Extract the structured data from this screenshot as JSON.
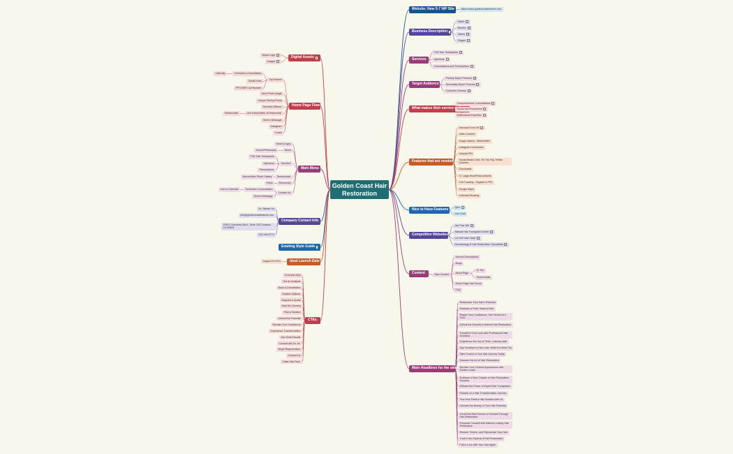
{
  "root": {
    "title": "Golden Coast Hair Restoration"
  },
  "colors": {
    "navy": "#14558f",
    "purple": "#54479a",
    "magenta": "#983d78",
    "red": "#c23e4d",
    "orange": "#c65b2a",
    "blue": "#1f68b0",
    "sub_blue": "#cfe6f3",
    "sub_purple": "#e2dcee",
    "sub_magenta": "#efdbe7",
    "sub_red": "#f6dada",
    "sub_orange": "#f8dfcf"
  },
  "icons": {
    "link": "external-link-icon",
    "note": "note-icon"
  },
  "right": [
    {
      "label": "Website: New 5-7 WP Site",
      "color": "navy",
      "children": [
        "https://www.goldencoasthairnet.com"
      ]
    },
    {
      "label": "Business Description",
      "color": "purple",
      "children": [
        "Vision",
        "Mission",
        "Values",
        "Slogan"
      ]
    },
    {
      "label": "Services",
      "color": "magenta",
      "children": [
        "FUE Hair Transplants",
        "Injections",
        "Consultations and Prescriptions"
      ]
    },
    {
      "label": "Target Audience",
      "color": "magenta",
      "children": [
        "Primary Buyer Persona",
        "Secondary Buyer Persona",
        "Customer Journey"
      ]
    },
    {
      "label": "What makes their service unique",
      "color": "red",
      "children": [
        "Comprehensive Consultations",
        "Doctor-led Procedures",
        "Multicultural Expertise"
      ]
    },
    {
      "label": "Features that are needed",
      "color": "orange",
      "children": [
        "Intereact Form Fill",
        "Video Content",
        "Image Gallery - Before/After",
        "Instagram Connection",
        "Linkplat PIN",
        "Social Media Links: Tik Tok Yelp Twitter LinkedIn",
        "Downloads",
        "5-7 page WordPress website",
        "Call Tracking - Organic & PPC",
        "Google Maps",
        "Calendar Booking"
      ]
    },
    {
      "label": "Nice to Have Features",
      "color": "blue",
      "children": [
        "Quiz",
        "Live Chat"
      ]
    },
    {
      "label": "Competitive Websites",
      "color": "purple",
      "children": [
        "Jae Pak, MD",
        "Natural Hair Transplant Center",
        "LA FUE Hair Clinic",
        "Dermatology & Hair Restoration Specialists"
      ]
    },
    {
      "label": "Content",
      "color": "magenta",
      "children": [
        "Service Descriptions",
        "Blogs",
        "About Page",
        "Home Page Use Focus",
        "FAQ"
      ],
      "new_content": "New Content",
      "about_children": [
        "Dr. Bio",
        "Testimonials"
      ]
    },
    {
      "label": "Main Headlines for the site",
      "color": "magenta",
      "children": [
        "Rediscover Your Hair's Potential",
        "Embrace a Fuller Head of Hair",
        "Regain Your Confidence, One Strand at a Time",
        "Unlock the Secrets to Natural Hair Restoration",
        "Transform Your Look with Professional Hair Solutions",
        "Experience the Joy of Thick, Luscious Hair",
        "Say Goodbye to Hair Loss, Hello to a New You",
        "Take Control of Your Hair Journey Today",
        "Discover the Art of Hair Restoration",
        "Reclaim Your Youthful Appearance with Golden Coast",
        "Embrace a New Chapter of Hair Restoration Success",
        "Witness the Power of Expert Hair Transplants",
        "Embark on a Hair Transformation Journey",
        "Find Your Perfect Hair Solution with Us",
        "Unleash the Beauty of Your Hair Potential",
        "Unveil the Best Version of Yourself Through Hair Restoration",
        "Empower Yourself with Natural-Looking Hair Restoration",
        "Restore, Revive, and Rejuvenate Your Hair",
        "Trust in the Experts of Hair Restoration",
        "Fall in Love with Your Hair Again"
      ]
    }
  ],
  "left": {
    "digital_assets": {
      "label": "Digital Assets",
      "children": [
        "Brand Logo",
        "Images"
      ]
    },
    "home_page_flow": {
      "label": "Home Page Flow",
      "top_banner": "Top Banner",
      "banner_children": [
        "Schedule a Consultation",
        "Social Icons",
        "PPC/GBP Call Number"
      ],
      "calendly": "Calendly",
      "children": [
        "Hero Photo Image",
        "Unique Selling Points",
        "Services Offered",
        "One Before/After w/Testimonial",
        "Send a Message",
        "Instagram",
        "Footer"
      ],
      "testimonials": "Testimonials"
    },
    "main_menu": {
      "label": "Main Menu",
      "home": "Home (Logo)",
      "about": "About",
      "about_children": [
        "Doctor/Philosophy"
      ],
      "services": "Services",
      "services_children": [
        "FUE Hair Transplants",
        "Injections",
        "Prescriptions"
      ],
      "testimonials": "Testimonials",
      "testimonials_children": [
        "Before/After Photo Gallery"
      ],
      "resources": "Resources",
      "resources_children": [
        "FAQs"
      ],
      "contact": "Contact Us",
      "contact_children": [
        "Schedule a Consultation",
        "Send a Message"
      ],
      "link_calendar": "Link to Calendar"
    },
    "company_contact": {
      "label": "Company Contact Info",
      "children": [
        "Dr. Steven Ho",
        "info@goldencoasthairnet.com",
        "23521 Crenshaw Blvd., Suite 100 Torrance, CA 90505",
        "310-494-3772"
      ]
    },
    "style_guide": {
      "label": "Existing Style Guide"
    },
    "launch_date": {
      "label": "Ideal Launch Date",
      "children": [
        "August 29 2023"
      ]
    },
    "ctas": {
      "label": "CTAs",
      "children": [
        "Schedule Now",
        "Get an Analysis",
        "Book a Consultation",
        "Explore Options",
        "Request a Quote",
        "Start the Journey",
        "Find a Solution",
        "Unlock the Potential",
        "Reclaim Your Confidence",
        "Experience Transformation",
        "See Real Results",
        "Consult with Dr. Ho",
        "Begin Regeneration",
        "Contact Us",
        "Fuller Hair Fees"
      ]
    }
  }
}
